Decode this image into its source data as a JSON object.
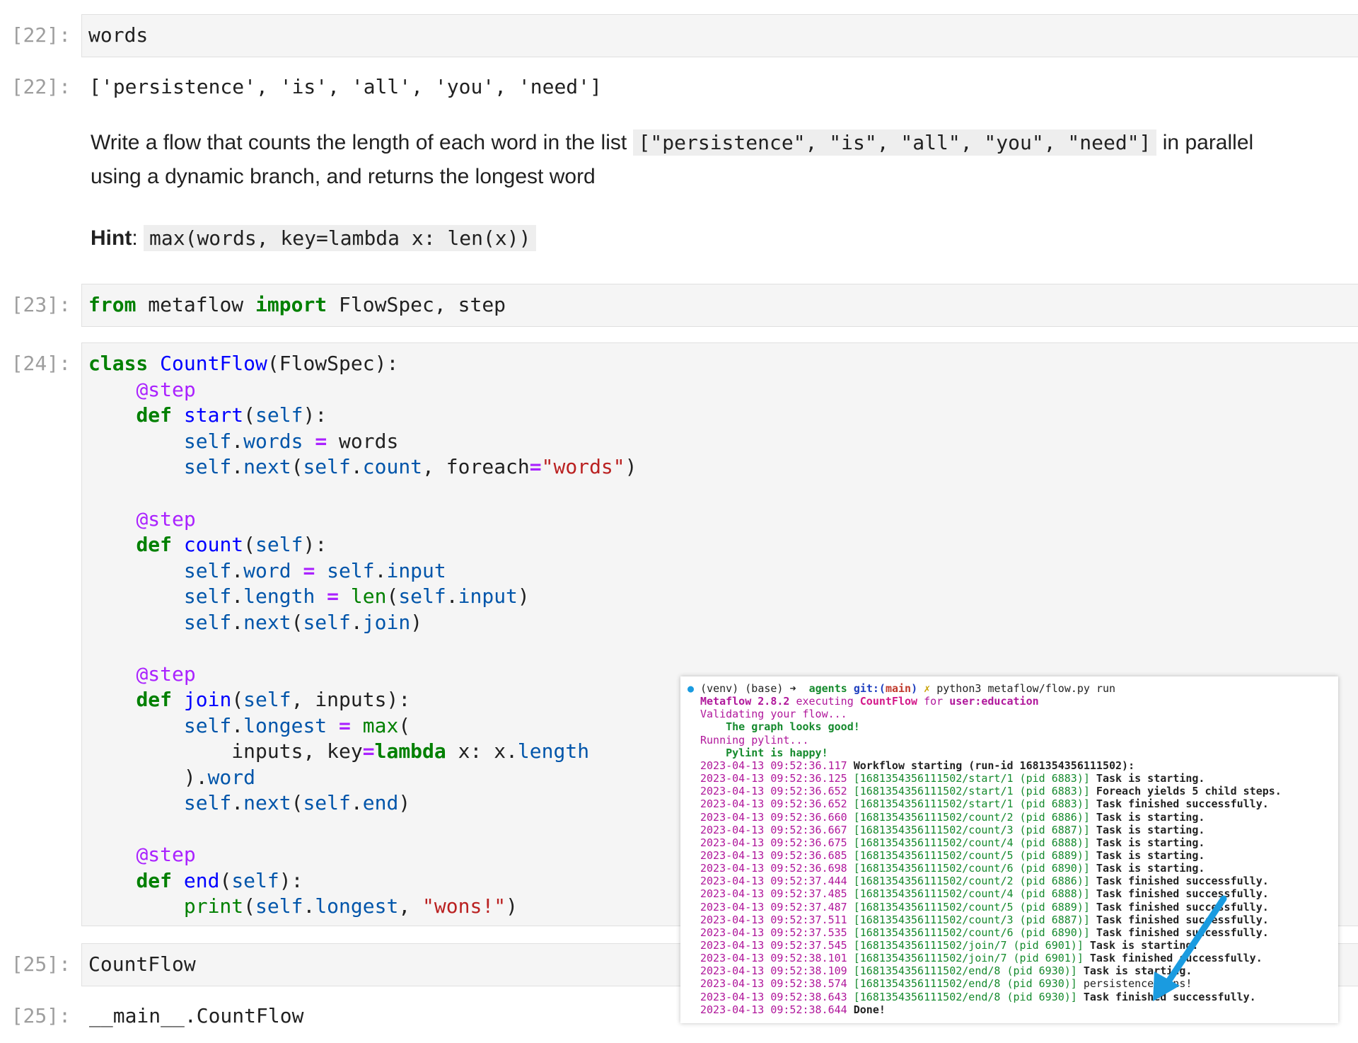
{
  "cells": {
    "c22_in": {
      "prompt": "[22]:",
      "code": "words"
    },
    "c22_out": {
      "prompt": "[22]:",
      "text": "['persistence', 'is', 'all', 'you', 'need']"
    },
    "markdown": {
      "p1_a": "Write a flow that counts the length of each word in the list",
      "p1_code": "[\"persistence\", \"is\", \"all\", \"you\", \"need\"]",
      "p1_b": "in parallel",
      "p1_c": "using a dynamic branch, and returns the longest word",
      "hint_label": "Hint",
      "hint_colon": ":",
      "hint_code": "max(words, key=lambda x: len(x))"
    },
    "c23_in": {
      "prompt": "[23]:",
      "kw_from": "from",
      "mod": " metaflow ",
      "kw_import": "import",
      "names": " FlowSpec, step"
    },
    "c24_in": {
      "prompt": "[24]:",
      "class_kw": "class",
      "class_name": "CountFlow",
      "class_base": "(FlowSpec):",
      "deco": "@step",
      "def_kw": "def",
      "start": "start",
      "count": "count",
      "join": "join",
      "end": "end",
      "self": "self",
      "words_attr": "words",
      "words_var": "words",
      "next": "next",
      "count_attr": "count",
      "foreach": "foreach",
      "foreach_val": "\"words\"",
      "word_attr": "word",
      "input_attr": "input",
      "length_attr": "length",
      "len": "len",
      "join_attr": "join",
      "inputs": "inputs",
      "longest_attr": "longest",
      "max": "max",
      "key": "key",
      "lambda": "lambda",
      "x": "x",
      "end_attr": "end",
      "print": "print",
      "wons": "\"wons!\""
    },
    "c25_in": {
      "prompt": "[25]:",
      "code": "CountFlow"
    },
    "c25_out": {
      "prompt": "[25]:",
      "text": "__main__.CountFlow"
    }
  },
  "terminal": {
    "prompt_env": "(venv) (base) ➜",
    "prompt_dir": "agents",
    "prompt_git": "git:(",
    "prompt_branch": "main",
    "prompt_git_close": ")",
    "prompt_x": "✗",
    "prompt_cmd": "python3 metaflow/flow.py run",
    "metaflow_ver": "Metaflow 2.8.2",
    "executing": "executing",
    "flowname": "CountFlow",
    "for": "for",
    "user": "user:education",
    "validating": "Validating your flow...",
    "graph_ok": "The graph looks good!",
    "running_pylint": "Running pylint...",
    "pylint_ok": "Pylint is happy!",
    "log": [
      {
        "ts": "2023-04-13 09:52:36.117",
        "msg": "Workflow starting (run-id 1681354356111502):"
      },
      {
        "ts": "2023-04-13 09:52:36.125",
        "task": "[1681354356111502/start/1 (pid 6883)]",
        "msg": "Task is starting."
      },
      {
        "ts": "2023-04-13 09:52:36.652",
        "task": "[1681354356111502/start/1 (pid 6883)]",
        "msg": "Foreach yields 5 child steps."
      },
      {
        "ts": "2023-04-13 09:52:36.652",
        "task": "[1681354356111502/start/1 (pid 6883)]",
        "msg": "Task finished successfully."
      },
      {
        "ts": "2023-04-13 09:52:36.660",
        "task": "[1681354356111502/count/2 (pid 6886)]",
        "msg": "Task is starting."
      },
      {
        "ts": "2023-04-13 09:52:36.667",
        "task": "[1681354356111502/count/3 (pid 6887)]",
        "msg": "Task is starting."
      },
      {
        "ts": "2023-04-13 09:52:36.675",
        "task": "[1681354356111502/count/4 (pid 6888)]",
        "msg": "Task is starting."
      },
      {
        "ts": "2023-04-13 09:52:36.685",
        "task": "[1681354356111502/count/5 (pid 6889)]",
        "msg": "Task is starting."
      },
      {
        "ts": "2023-04-13 09:52:36.698",
        "task": "[1681354356111502/count/6 (pid 6890)]",
        "msg": "Task is starting."
      },
      {
        "ts": "2023-04-13 09:52:37.444",
        "task": "[1681354356111502/count/2 (pid 6886)]",
        "msg": "Task finished successfully."
      },
      {
        "ts": "2023-04-13 09:52:37.485",
        "task": "[1681354356111502/count/4 (pid 6888)]",
        "msg": "Task finished successfully."
      },
      {
        "ts": "2023-04-13 09:52:37.487",
        "task": "[1681354356111502/count/5 (pid 6889)]",
        "msg": "Task finished successfully."
      },
      {
        "ts": "2023-04-13 09:52:37.511",
        "task": "[1681354356111502/count/3 (pid 6887)]",
        "msg": "Task finished successfully."
      },
      {
        "ts": "2023-04-13 09:52:37.535",
        "task": "[1681354356111502/count/6 (pid 6890)]",
        "msg": "Task finished successfully."
      },
      {
        "ts": "2023-04-13 09:52:37.545",
        "task": "[1681354356111502/join/7 (pid 6901)]",
        "msg": "Task is starting."
      },
      {
        "ts": "2023-04-13 09:52:38.101",
        "task": "[1681354356111502/join/7 (pid 6901)]",
        "msg": "Task finished successfully."
      },
      {
        "ts": "2023-04-13 09:52:38.109",
        "task": "[1681354356111502/end/8 (pid 6930)]",
        "msg": "Task is starting."
      },
      {
        "ts": "2023-04-13 09:52:38.574",
        "task": "[1681354356111502/end/8 (pid 6930)]",
        "msg": "persistence wons!",
        "plain": true
      },
      {
        "ts": "2023-04-13 09:52:38.643",
        "task": "[1681354356111502/end/8 (pid 6930)]",
        "msg": "Task finished successfully."
      },
      {
        "ts": "2023-04-13 09:52:38.644",
        "msg": "Done!"
      }
    ],
    "arrow_color": "#1a9be0"
  }
}
